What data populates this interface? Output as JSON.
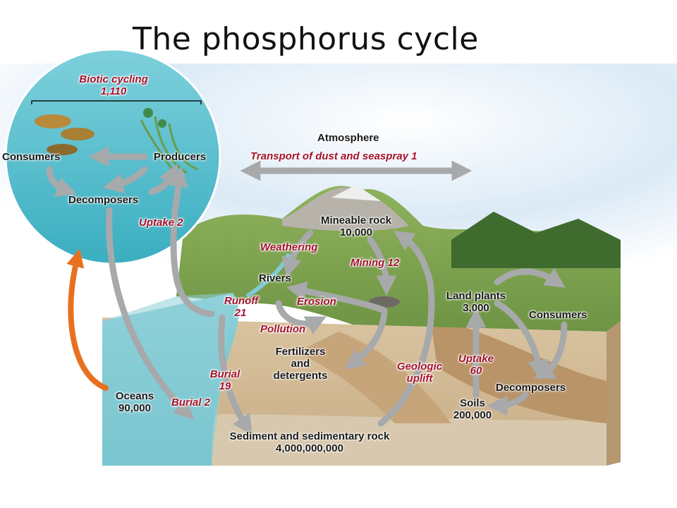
{
  "title": "The phosphorus cycle",
  "colors": {
    "flow_label": "#a3122b",
    "arrow_gray": "#a7a9ab",
    "arrow_orange": "#e8711f",
    "ocean": "#7fcbd3",
    "sky": "#cfe4f4"
  },
  "biotic": {
    "title": "Biotic cycling",
    "value": "1,110"
  },
  "ocean_circle": {
    "consumers": "Consumers",
    "producers": "Producers",
    "decomposers": "Decomposers"
  },
  "atmosphere": {
    "label": "Atmosphere",
    "transport": "Transport of dust and seaspray 1"
  },
  "reservoirs": {
    "mineable_rock": {
      "name": "Mineable rock",
      "value": "10,000"
    },
    "rivers": "Rivers",
    "fertilizers": {
      "line1": "Fertilizers",
      "line2": "and",
      "line3": "detergents"
    },
    "land_plants": {
      "name": "Land plants",
      "value": "3,000"
    },
    "land_consumers": "Consumers",
    "land_decomposers": "Decomposers",
    "soils": {
      "name": "Soils",
      "value": "200,000"
    },
    "oceans": {
      "name": "Oceans",
      "value": "90,000"
    },
    "sediment": {
      "name": "Sediment and sedimentary rock",
      "value": "4,000,000,000"
    }
  },
  "flows": {
    "uptake_ocean": "Uptake 2",
    "weathering": "Weathering",
    "mining": "Mining 12",
    "runoff": {
      "name": "Runoff",
      "value": "21"
    },
    "erosion": "Erosion",
    "pollution": "Pollution",
    "burial_19": {
      "name": "Burial",
      "value": "19"
    },
    "burial_2": "Burial 2",
    "geologic_uplift": {
      "line1": "Geologic",
      "line2": "uplift"
    },
    "uptake_land": {
      "name": "Uptake",
      "value": "60"
    }
  }
}
